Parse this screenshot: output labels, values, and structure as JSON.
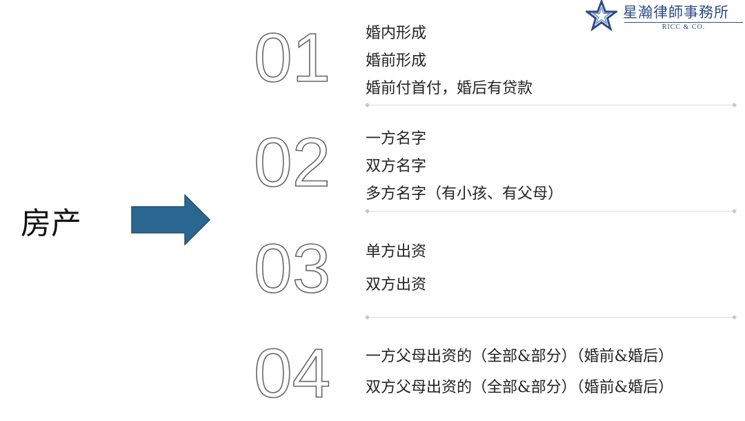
{
  "logo": {
    "name_cn": "星瀚律師事務所",
    "name_en": "RICC & CO."
  },
  "topic": "房产",
  "sections": [
    {
      "number": "01",
      "items": [
        "婚内形成",
        "婚前形成",
        "婚前付首付，婚后有贷款"
      ]
    },
    {
      "number": "02",
      "items": [
        "一方名字",
        "双方名字",
        "多方名字（有小孩、有父母）"
      ]
    },
    {
      "number": "03",
      "items": [
        "单方出资",
        "双方出资"
      ]
    },
    {
      "number": "04",
      "items": [
        "一方父母出资的（全部&部分）（婚前&婚后）",
        "双方父母出资的（全部&部分）（婚前&婚后）"
      ]
    }
  ],
  "colors": {
    "arrow": "#2a6690",
    "logo": "#2d4a86"
  }
}
